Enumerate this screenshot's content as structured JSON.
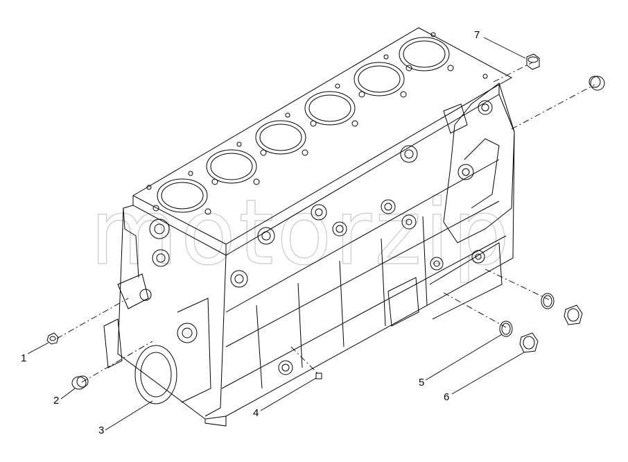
{
  "callouts": [
    {
      "label": "1",
      "part": "small plug"
    },
    {
      "label": "2",
      "part": "sleeve plug"
    },
    {
      "label": "3",
      "part": "cylinder block"
    },
    {
      "label": "4",
      "part": "small nozzle plug"
    },
    {
      "label": "5",
      "part": "o-ring"
    },
    {
      "label": "6",
      "part": "threaded plug"
    },
    {
      "label": "7",
      "part": "hex plug"
    }
  ],
  "watermark": "motorzip",
  "colors": {
    "line": "#000000",
    "background": "#ffffff",
    "watermark": "#c8c8c8"
  }
}
